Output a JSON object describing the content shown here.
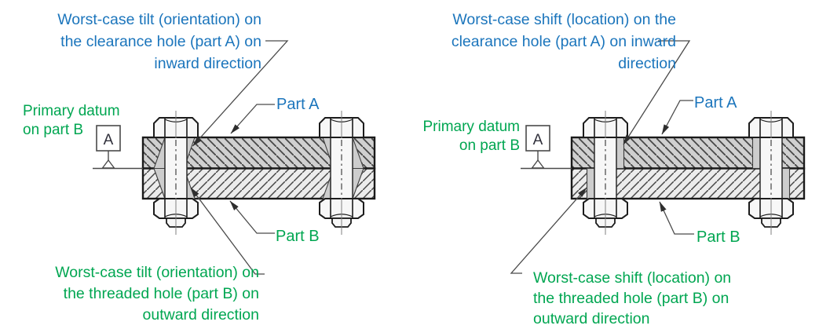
{
  "title": "Worst-case tilt and shift of clearance and threaded holes (bolted joint diagrams)",
  "colors": {
    "annotation_blue": "#1b75bc",
    "annotation_green": "#00a651",
    "leader_line": "#4a4a4a",
    "plate_outline": "#1a1a1a",
    "part_a_fill": "#d0d0d0",
    "part_b_fill": "#ececec",
    "hatch_line": "#474747",
    "hole_gap_fill": "#cdcdcd",
    "bolt_fill": "#f7f7f7",
    "background": "#ffffff"
  },
  "left_diagram": {
    "top_annotation": {
      "line1": "Worst-case tilt (orientation) on",
      "line2": "the clearance hole (part A) on",
      "line3": "inward direction"
    },
    "primary_datum": {
      "line1": "Primary datum",
      "line2": "on part B"
    },
    "datum_label": "A",
    "part_a_label": "Part A",
    "part_b_label": "Part B",
    "bottom_annotation": {
      "line1": "Worst-case tilt (orientation) on",
      "line2": "the threaded hole (part B) on",
      "line3": "outward direction"
    }
  },
  "right_diagram": {
    "top_annotation": {
      "line1": "Worst-case shift (location) on the",
      "line2": "clearance hole (part A) on inward",
      "line3": "direction"
    },
    "primary_datum": {
      "line1": "Primary datum",
      "line2": "on part B"
    },
    "datum_label": "A",
    "part_a_label": "Part A",
    "part_b_label": "Part B",
    "bottom_annotation": {
      "line1": "Worst-case shift (location) on",
      "line2": "the threaded hole (part B) on",
      "line3": "outward direction"
    }
  }
}
